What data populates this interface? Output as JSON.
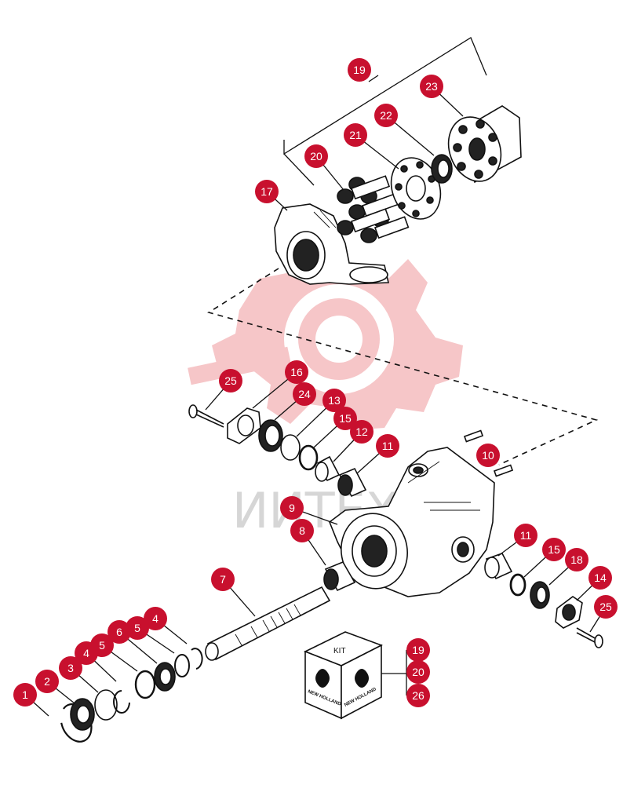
{
  "watermark": {
    "text": "ИИТЕХ"
  },
  "kit_box": {
    "label": "KIT",
    "brand_left": "NEW HOLLAND",
    "brand_right": "NEW HOLLAND"
  },
  "callouts": {
    "c1": "1",
    "c2": "2",
    "c3": "3",
    "c4a": "4",
    "c5a": "5",
    "c6": "6",
    "c5b": "5",
    "c4b": "4",
    "c7": "7",
    "c8": "8",
    "c9": "9",
    "c10": "10",
    "c11a": "11",
    "c12": "12",
    "c15a": "15",
    "c13": "13",
    "c24": "24",
    "c16": "16",
    "c25a": "25",
    "c11b": "11",
    "c15b": "15",
    "c18": "18",
    "c14": "14",
    "c25b": "25",
    "c17": "17",
    "c19top": "19",
    "c20": "20",
    "c21": "21",
    "c22": "22",
    "c23": "23",
    "c19kit": "19",
    "c20kit": "20",
    "c26": "26"
  },
  "colors": {
    "callout": "#c8102e",
    "watermark_gear": "#f6c6c8",
    "watermark_text": "#d6d6d6",
    "line": "#111111"
  }
}
